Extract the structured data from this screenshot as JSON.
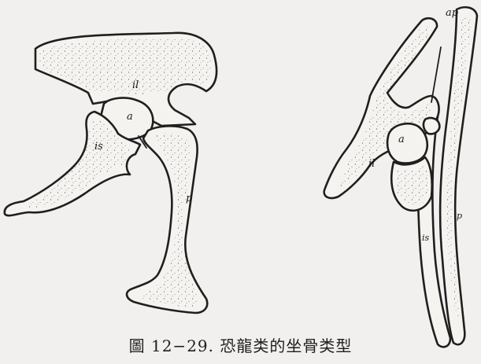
{
  "left_pelvis": {
    "labels": {
      "ilium": "il",
      "acetabulum": "a",
      "ischium": "is",
      "pubis": "p"
    }
  },
  "right_pelvis": {
    "labels": {
      "ilium": "il",
      "acetabulum": "a",
      "ischium": "is",
      "pubis": "p",
      "prepubis": "ap"
    }
  },
  "caption": "圖 12−29. 恐龍类的坐骨类型"
}
